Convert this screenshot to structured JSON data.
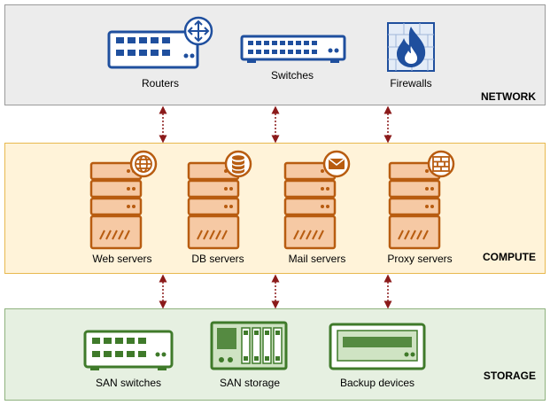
{
  "tiers": {
    "network": {
      "title": "NETWORK",
      "fill": "#ececec",
      "stroke": "#9a9a9a",
      "devices": [
        {
          "label": "Routers",
          "icon": "router-icon"
        },
        {
          "label": "Switches",
          "icon": "switch-icon"
        },
        {
          "label": "Firewalls",
          "icon": "firewall-icon"
        }
      ]
    },
    "compute": {
      "title": "COMPUTE",
      "fill": "#fff3d9",
      "stroke": "#e8b94f",
      "devices": [
        {
          "label": "Web servers",
          "icon": "web-server-icon"
        },
        {
          "label": "DB servers",
          "icon": "db-server-icon"
        },
        {
          "label": "Mail servers",
          "icon": "mail-server-icon"
        },
        {
          "label": "Proxy servers",
          "icon": "proxy-server-icon"
        }
      ]
    },
    "storage": {
      "title": "STORAGE",
      "fill": "#e6f0e1",
      "stroke": "#8fb27e",
      "devices": [
        {
          "label": "SAN switches",
          "icon": "san-switch-icon"
        },
        {
          "label": "SAN storage",
          "icon": "san-storage-icon"
        },
        {
          "label": "Backup devices",
          "icon": "backup-device-icon"
        }
      ]
    }
  },
  "colors": {
    "network_icon": "#1f4f9e",
    "compute_icon": "#b85c10",
    "compute_fill": "#f6c9a4",
    "storage_icon": "#3f7a2a",
    "storage_fill": "#cfe3c3",
    "link": "#8b1a1a"
  }
}
